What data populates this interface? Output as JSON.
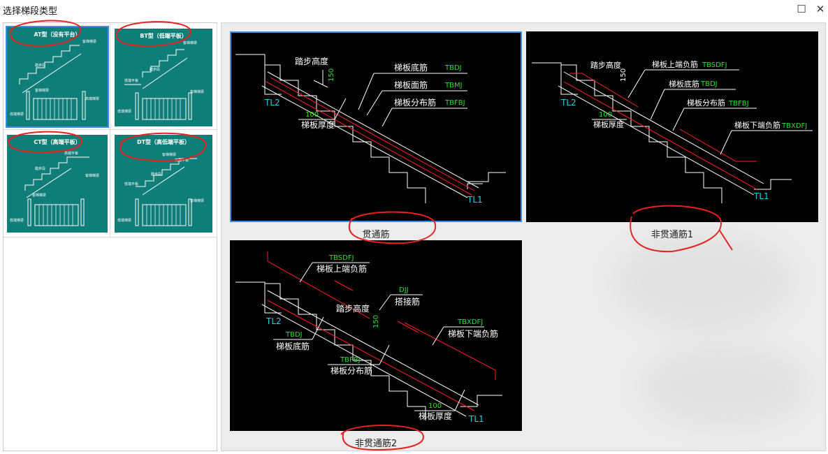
{
  "window": {
    "title": "选择梯段类型",
    "maximize_glyph": "☐",
    "close_glyph": "✕"
  },
  "types": [
    {
      "label": "AT型（没有平台）",
      "labels": [
        "客梯梯梁",
        "踏步段",
        "客梯梯梁",
        "低端梯梁",
        "高端梯梁"
      ]
    },
    {
      "label": "BT型（低端平板）",
      "labels": [
        "客梯梯梁",
        "踏步段",
        "低端平板",
        "客梯梯梁",
        "低端梯梁"
      ]
    },
    {
      "label": "CT型（高端平板）",
      "labels": [
        "高端平板",
        "踏步段",
        "客梯梯梁",
        "客梯梯梁",
        "低端梯梁"
      ]
    },
    {
      "label": "DT型（高低端平板）",
      "labels": [
        "客梯梯梁",
        "高端平板",
        "踏步段",
        "低端平板",
        "客梯梯梁",
        "低端梯梁"
      ]
    }
  ],
  "previews": [
    {
      "caption": "贯通筋",
      "labels": {
        "tread_height": "踏步高度",
        "h150": "150",
        "tl2": "TL2",
        "tl1": "TL1",
        "t100": "100",
        "thickness": "梯板厚度",
        "bottom": "梯板底筋",
        "bottom_code": "TBDJ",
        "top": "梯板面筋",
        "top_code": "TBMJ",
        "dist": "梯板分布筋",
        "dist_code": "TBFBJ"
      }
    },
    {
      "caption": "非贯通筋1",
      "labels": {
        "tread_height": "踏步高度",
        "h150": "150",
        "tl2": "TL2",
        "tl1": "TL1",
        "t100": "100",
        "thickness": "梯板厚度",
        "upper_neg": "梯板上端负筋",
        "upper_neg_code": "TBSDFJ",
        "bottom": "梯板底筋",
        "bottom_code": "TBDJ",
        "dist": "梯板分布筋",
        "dist_code": "TBFBJ",
        "lower_neg": "梯板下端负筋",
        "lower_neg_code": "TBXDFJ"
      }
    },
    {
      "caption": "非贯通筋2",
      "labels": {
        "upper_neg_code": "TBSDFJ",
        "upper_neg": "梯板上端负筋",
        "djj_code": "DJJ",
        "djj": "搭接筋",
        "tread_height": "踏步高度",
        "h150": "150",
        "tl2": "TL2",
        "tl1": "TL1",
        "lower_neg_code": "TBXDFJ",
        "lower_neg": "梯板下端负筋",
        "bottom_code": "TBDJ",
        "bottom": "梯板底筋",
        "dist_code": "TBFBJ",
        "dist": "梯板分布筋",
        "t100": "100",
        "thickness": "梯板厚度"
      }
    }
  ],
  "colors": {
    "thumb_bg": "#0f7d78",
    "selection": "#3a8ee6",
    "annotation_red": "#e8201e",
    "cad_white": "#ffffff",
    "cad_red": "#ff2020",
    "cad_green": "#33dd33",
    "cad_cyan": "#22d0e8"
  }
}
